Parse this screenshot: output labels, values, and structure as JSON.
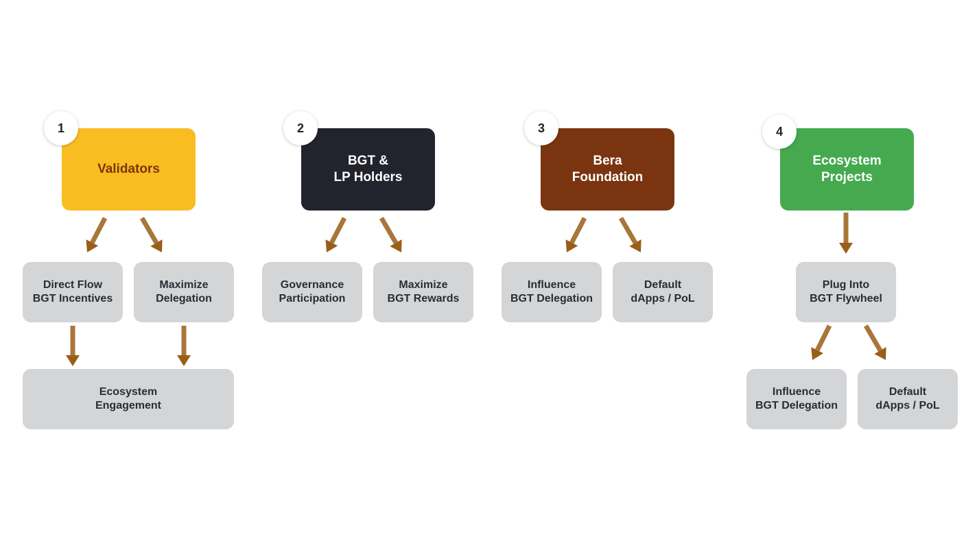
{
  "colors": {
    "validators": "#f9bd22",
    "holders": "#22232d",
    "foundation": "#7a3510",
    "ecosystem": "#45aa4f",
    "sub_box": "#d4d5d7",
    "arrow": "#9a5e18"
  },
  "groups": [
    {
      "number": "1",
      "title": "Validators",
      "children": [
        "Direct Flow\nBGT Incentives",
        "Maximize\nDelegation"
      ],
      "bottom": [
        "Ecosystem\nEngagement"
      ]
    },
    {
      "number": "2",
      "title": "BGT &\nLP Holders",
      "children": [
        "Governance\nParticipation",
        "Maximize\nBGT Rewards"
      ]
    },
    {
      "number": "3",
      "title": "Bera\nFoundation",
      "children": [
        "Influence\nBGT Delegation",
        "Default\ndApps / PoL"
      ]
    },
    {
      "number": "4",
      "title": "Ecosystem\nProjects",
      "children": [
        "Plug Into\nBGT Flywheel"
      ],
      "bottom": [
        "Influence\nBGT Delegation",
        "Default\ndApps / PoL"
      ]
    }
  ]
}
